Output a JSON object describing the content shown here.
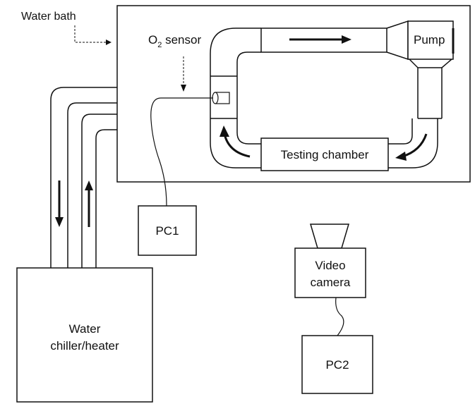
{
  "labels": {
    "water_bath": "Water bath",
    "o2_sensor_main": "O",
    "o2_sensor_sub": "2",
    "o2_sensor_rest": " sensor",
    "pump": "Pump",
    "testing_chamber": "Testing chamber",
    "pc1": "PC1",
    "pc2": "PC2",
    "video_camera_line1": "Video",
    "video_camera_line2": "camera",
    "water_chiller_line1": "Water",
    "water_chiller_line2": "chiller/heater"
  },
  "colors": {
    "stroke": "#111111",
    "background": "#ffffff"
  }
}
